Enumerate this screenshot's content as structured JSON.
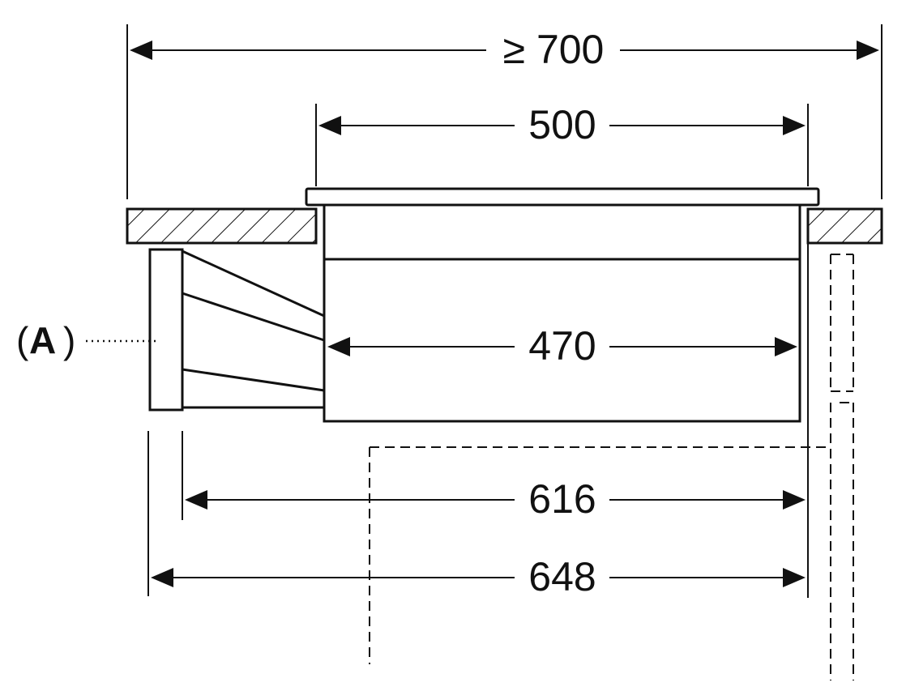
{
  "dimensions": {
    "min_cutout_width": "≥ 700",
    "hob_width": "500",
    "inner_width": "470",
    "depth_with_duct": "616",
    "depth_total": "648"
  },
  "callouts": {
    "a_open": "(",
    "a_letter": "A",
    "a_close": ")"
  }
}
